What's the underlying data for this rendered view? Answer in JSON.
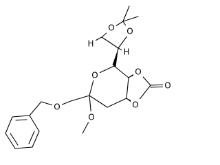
{
  "structure": {
    "atom_labels": {
      "ring_oxygen": "O",
      "dioxolane_oxygen_upper": "O",
      "dioxolane_oxygen_lower": "O",
      "acetonide_oxygen_left": "O",
      "acetonide_oxygen_right": "O",
      "carbonyl_oxygen": "O",
      "ether_oxygen": "O",
      "methoxy_oxygen": "O",
      "stereo_hydrogen_left": "H",
      "stereo_hydrogen_right": "H"
    },
    "colors": {
      "bond": "#000000",
      "label": "#000000",
      "background": "#ffffff"
    }
  }
}
